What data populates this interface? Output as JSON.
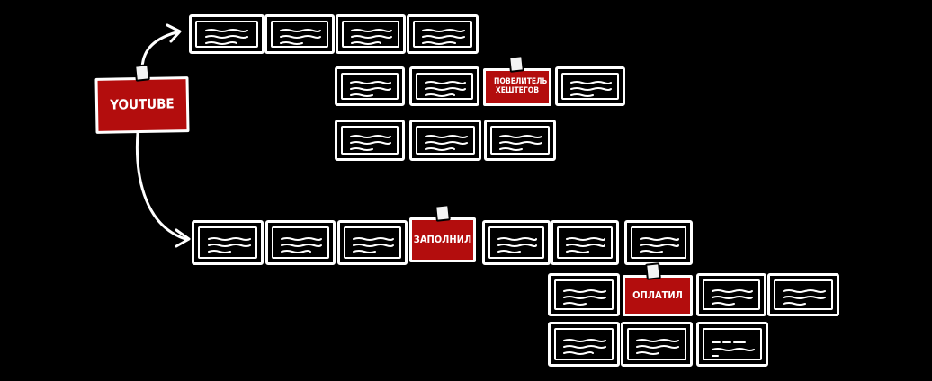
{
  "diagram": {
    "root_label": "YOUTUBE",
    "highlight_labels": {
      "hashtags": "ПОВЕЛИТЕЛЬ ХЕШТЕГОВ",
      "filled": "ЗАПОЛНИЛ",
      "paid": "ОПЛАТИЛ"
    },
    "colors": {
      "background": "#000000",
      "accent": "#b30d0d",
      "stroke": "#ffffff"
    }
  }
}
